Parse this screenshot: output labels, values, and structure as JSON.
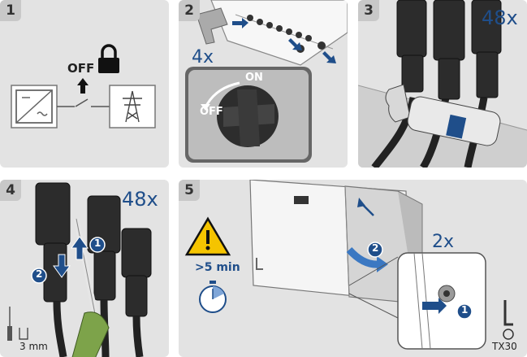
{
  "steps": [
    {
      "number": "1",
      "off_label": "OFF"
    },
    {
      "number": "2",
      "count_label": "4x",
      "on_label": "ON",
      "off_label": "OFF"
    },
    {
      "number": "3",
      "count_label": "48x"
    },
    {
      "number": "4",
      "count_label": "48x",
      "callouts": [
        "1",
        "2"
      ],
      "tool_size": "3 mm"
    },
    {
      "number": "5",
      "count_label": "2x",
      "wait_time": ">5 min",
      "callouts": [
        "1",
        "2"
      ],
      "tool_label": "TX30"
    }
  ],
  "colors": {
    "panel_bg": "#e3e3e3",
    "badge_bg": "#c8c8c8",
    "accent_blue": "#1f4e8a",
    "warning_yellow": "#f5c400",
    "screwdriver_green": "#7da34a"
  },
  "icons": [
    "lock-icon",
    "inverter-icon",
    "power-pylon-icon",
    "warning-icon",
    "timer-icon",
    "torx-key-icon"
  ]
}
